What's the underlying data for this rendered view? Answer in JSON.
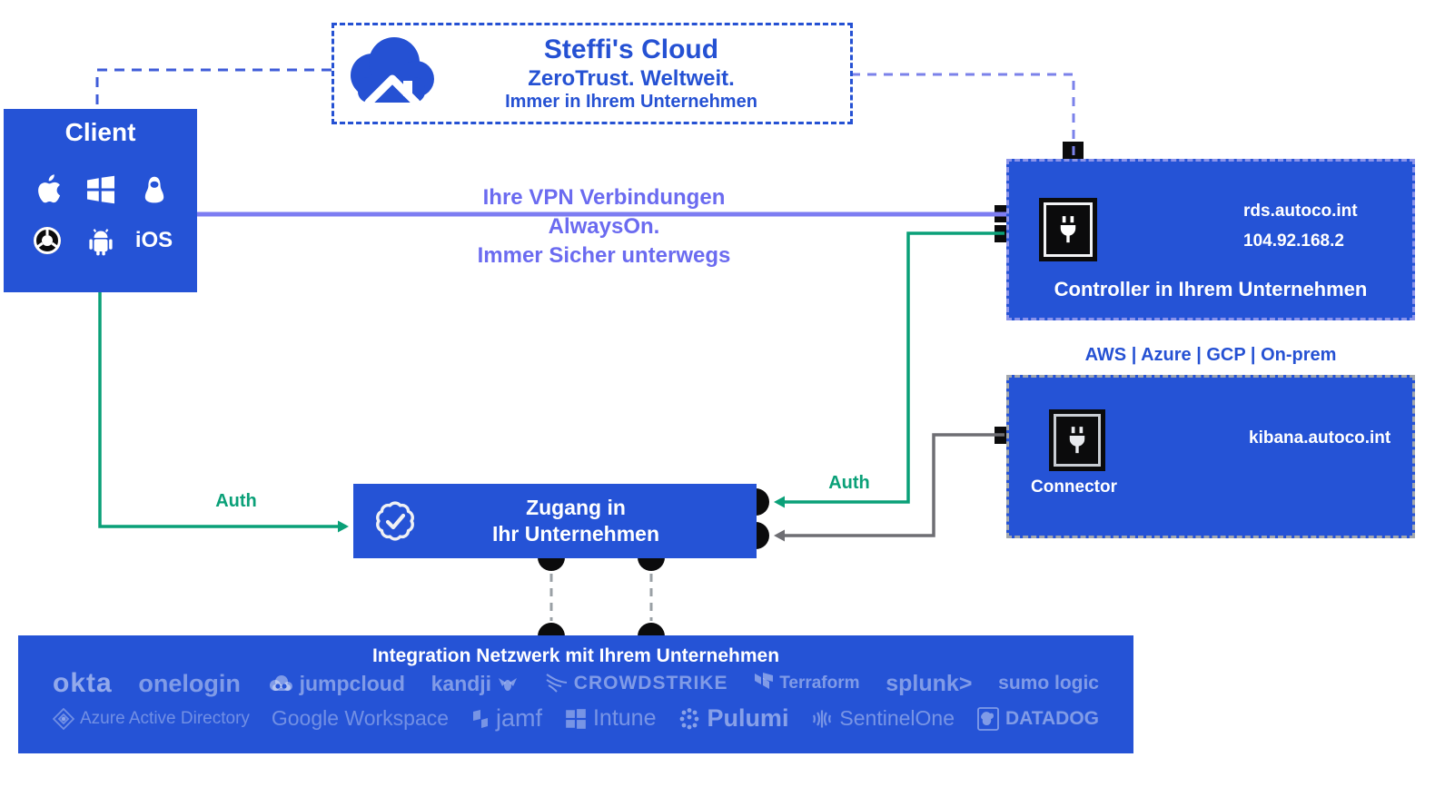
{
  "colors": {
    "primary_blue": "#2553d6",
    "text_blue": "#2551d3",
    "vpn_purple": "#6b6bf0",
    "line_purple": "#7d7df2",
    "dashed_purple": "#7b82ea",
    "dashed_blue": "#3f5cd8",
    "auth_green": "#0aa078",
    "line_gray": "#6e6e73",
    "connector_black": "#0b0b0c"
  },
  "cloud_box": {
    "title": "Steffi's Cloud",
    "line2": "ZeroTrust. Weltweit.",
    "line3": "Immer in Ihrem Unternehmen"
  },
  "client": {
    "title": "Client",
    "platform_icons": [
      "apple",
      "windows",
      "linux",
      "chrome",
      "android"
    ],
    "ios_label": "iOS"
  },
  "vpn": {
    "line1": "Ihre VPN Verbindungen",
    "line2": "AlwaysOn.",
    "line3": "Immer Sicher unterwegs"
  },
  "controller": {
    "title": "Controller in Ihrem Unternehmen",
    "endpoints": [
      {
        "label": "rds.autoco.int",
        "ring_color": "#7b7bf0"
      },
      {
        "label": "104.92.168.2",
        "ring_color": "#ffffff"
      }
    ]
  },
  "cloud_providers_label": "AWS | Azure | GCP | On-prem",
  "connector": {
    "title": "Connector",
    "endpoint_label": "kibana.autoco.int",
    "ring_color": "#9ba0a8"
  },
  "access": {
    "line1": "Zugang in",
    "line2": "Ihr Unternehmen"
  },
  "auth_left_label": "Auth",
  "auth_right_label": "Auth",
  "integration": {
    "title": "Integration Netzwerk mit Ihrem Unternehmen",
    "logos_row1": [
      {
        "label": "okta"
      },
      {
        "label": "onelogin"
      },
      {
        "label": "jumpcloud"
      },
      {
        "label": "kandji"
      },
      {
        "label": "CROWDSTRIKE"
      },
      {
        "label": "Terraform"
      },
      {
        "label": "splunk>"
      },
      {
        "label": "sumo logic"
      }
    ],
    "logos_row2": [
      {
        "label": "Azure Active Directory"
      },
      {
        "label": "Google Workspace"
      },
      {
        "label": "jamf"
      },
      {
        "label": "Intune"
      },
      {
        "label": "Pulumi"
      },
      {
        "label": "SentinelOne"
      },
      {
        "label": "DATADOG"
      }
    ]
  }
}
